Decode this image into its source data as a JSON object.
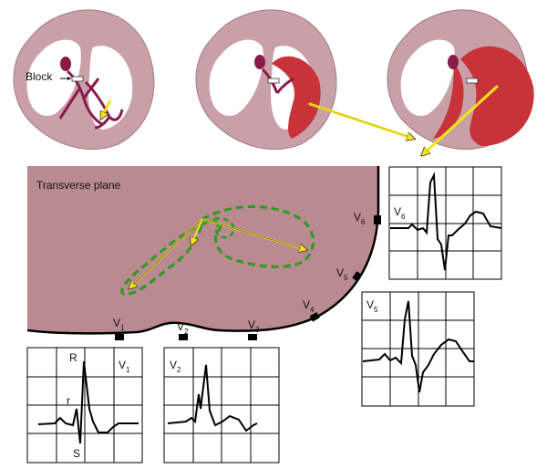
{
  "labels": {
    "block": "Block",
    "plane": "Transverse plane",
    "lead_letter": "V",
    "lead_numbers": [
      "1",
      "2",
      "3",
      "4",
      "5",
      "6"
    ]
  },
  "ecg_panels": {
    "v1": {
      "lead": "V",
      "sub": "1",
      "wave_labels": {
        "r_big": "R",
        "r_small": "r",
        "s": "S"
      }
    },
    "v2": {
      "lead": "V",
      "sub": "2"
    },
    "v5": {
      "lead": "V",
      "sub": "5"
    },
    "v6": {
      "lead": "V",
      "sub": "6"
    }
  },
  "colors": {
    "heart_outer": "#c9a0a8",
    "heart_inner": "#ffffff",
    "conduction": "#8b1a4a",
    "depolarized": "#c8333a",
    "plane_fill": "#b98a8f",
    "vector_loop": "#2a9a20",
    "arrow": "#f2e419",
    "grid": "#000000"
  }
}
